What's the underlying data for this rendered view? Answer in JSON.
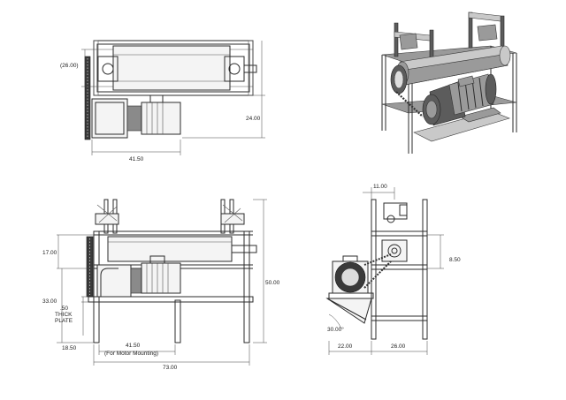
{
  "top_view": {
    "dim_height": "(26.00)",
    "dim_width": "41.50",
    "dim_depth": "24.00"
  },
  "front_view": {
    "dim_upper": "17.00",
    "dim_overall_height": "50.00",
    "dim_lower": "33.00",
    "plate_note": [
      ".50",
      "THICK",
      "PLATE"
    ],
    "dim_leg": "18.50",
    "dim_motor_mount": "41.50",
    "motor_mount_note": "(For Motor Mounting)",
    "dim_overall_width": "73.00"
  },
  "side_view": {
    "dim_top": "11.00",
    "dim_right": "8.50",
    "angle": "30.00°",
    "dim_left": "22.00",
    "dim_base": "26.00"
  }
}
